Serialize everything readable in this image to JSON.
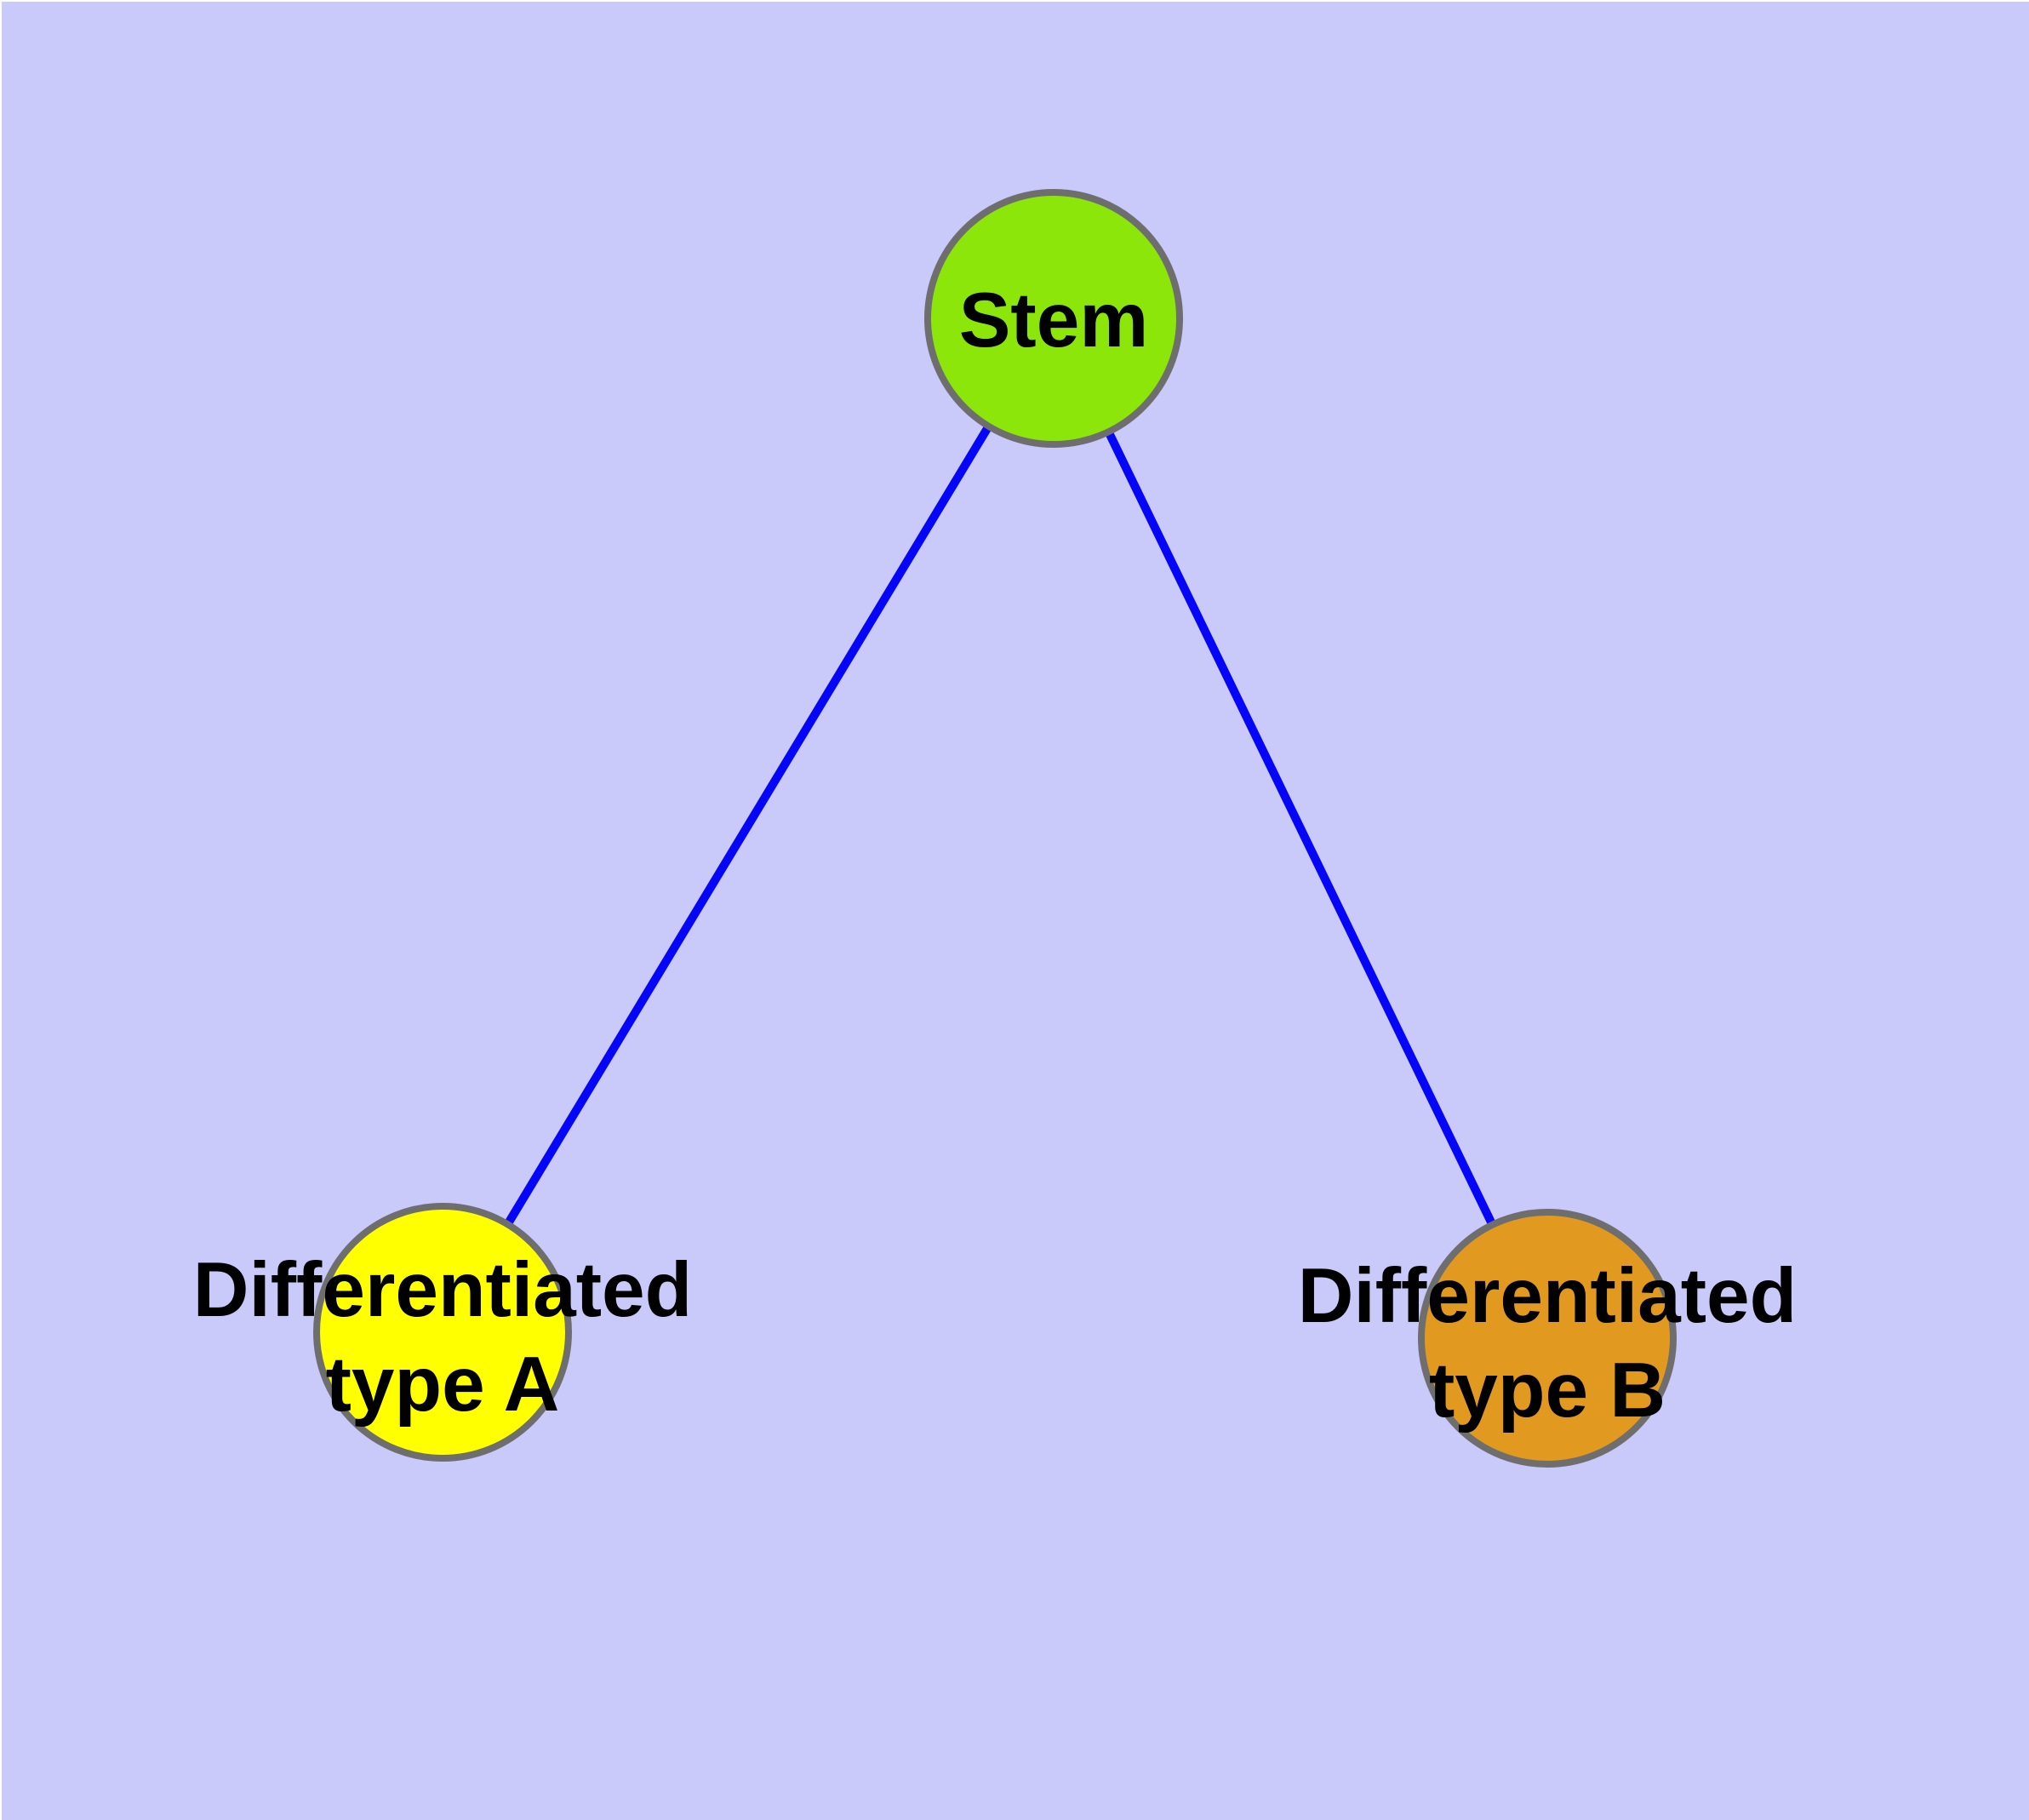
{
  "diagram": {
    "background_color": "#C9C9FA",
    "page_color": "#FFFFFF",
    "edge_color": "#0505F8",
    "node_border_color": "#6E6E6E",
    "text_color": "#000000",
    "nodes": {
      "stem": {
        "label": "Stem",
        "fill": "#8CE60A"
      },
      "type_a": {
        "label_line1": "Differentiated",
        "label_line2": "type A",
        "full_label": "Differentiated type A",
        "fill": "#FFFF00"
      },
      "type_b": {
        "label_line1": "Differentiated",
        "label_line2": "type B",
        "full_label": "Differentiated type B",
        "fill": "#E2991F"
      }
    },
    "edges": [
      {
        "from": "Stem",
        "to": "Differentiated type A"
      },
      {
        "from": "Stem",
        "to": "Differentiated type B"
      }
    ]
  }
}
